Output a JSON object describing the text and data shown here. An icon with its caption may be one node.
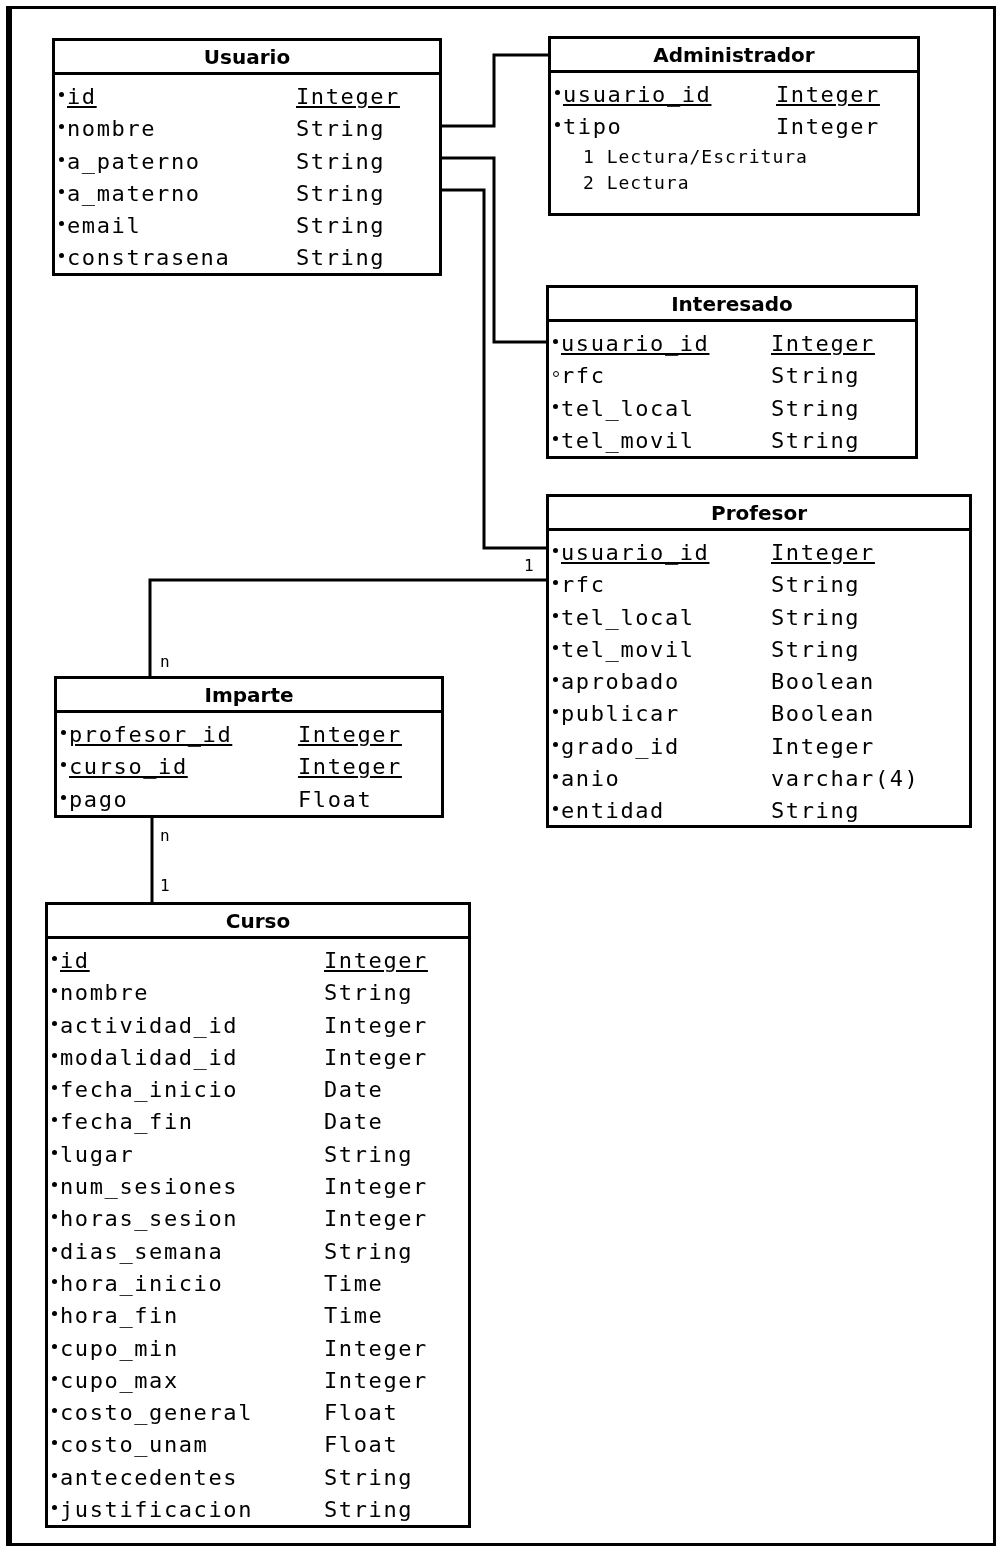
{
  "diagram": {
    "nodes": [
      {
        "text": [
          "Usuario",
          "id",
          "Integer",
          "nombre",
          "String",
          "a_paterno",
          "String",
          "a_materno",
          "String",
          "email",
          "String",
          "constrasena",
          "String"
        ]
      },
      {
        "text": [
          "Administrador",
          "usuario_id",
          "Integer",
          "tipo",
          "Integer",
          "1 Lectura/Escritura",
          "2 Lectura"
        ]
      },
      {
        "text": [
          "Interesado",
          "usuario_id",
          "Integer",
          "rfc",
          "String",
          "tel_local",
          "String",
          "tel_movil",
          "String"
        ]
      },
      {
        "text": [
          "Profesor",
          "usuario_id",
          "Integer",
          "rfc",
          "String",
          "tel_local",
          "String",
          "tel_movil",
          "String",
          "aprobado",
          "Boolean",
          "publicar",
          "Boolean",
          "grado_id",
          "Integer",
          "anio",
          "varchar(4)",
          "entidad",
          "String"
        ]
      },
      {
        "text": [
          "Imparte",
          "profesor_id",
          "Integer",
          "curso_id",
          "Integer",
          "pago",
          "Float"
        ]
      },
      {
        "text": [
          "Curso",
          "id",
          "Integer",
          "nombre",
          "String",
          "actividad_id",
          "Integer",
          "modalidad_id",
          "Integer",
          "fecha_inicio",
          "Date",
          "fecha_fin",
          "Date",
          "lugar",
          "String",
          "num_sesiones",
          "Integer",
          "horas_sesion",
          "Integer",
          "dias_semana",
          "String",
          "hora_inicio",
          "Time",
          "hora_fin",
          "Time",
          "cupo_min",
          "Integer",
          "cupo_max",
          "Integer",
          "costo_general",
          "Float",
          "costo_unam",
          "Float",
          "antecedentes",
          "String",
          "justificacion",
          "String"
        ]
      }
    ],
    "edges": [
      {
        "from": 0,
        "to": 1,
        "arrow": "none"
      },
      {
        "from": 0,
        "to": 2,
        "arrow": "none"
      },
      {
        "from": 0,
        "to": 3,
        "arrow": "none"
      },
      {
        "from": 3,
        "to": 4,
        "arrow": "none"
      },
      {
        "from": 4,
        "to": 5,
        "arrow": "none"
      }
    ],
    "labels": [
      "1",
      "n",
      "n",
      "1"
    ]
  }
}
